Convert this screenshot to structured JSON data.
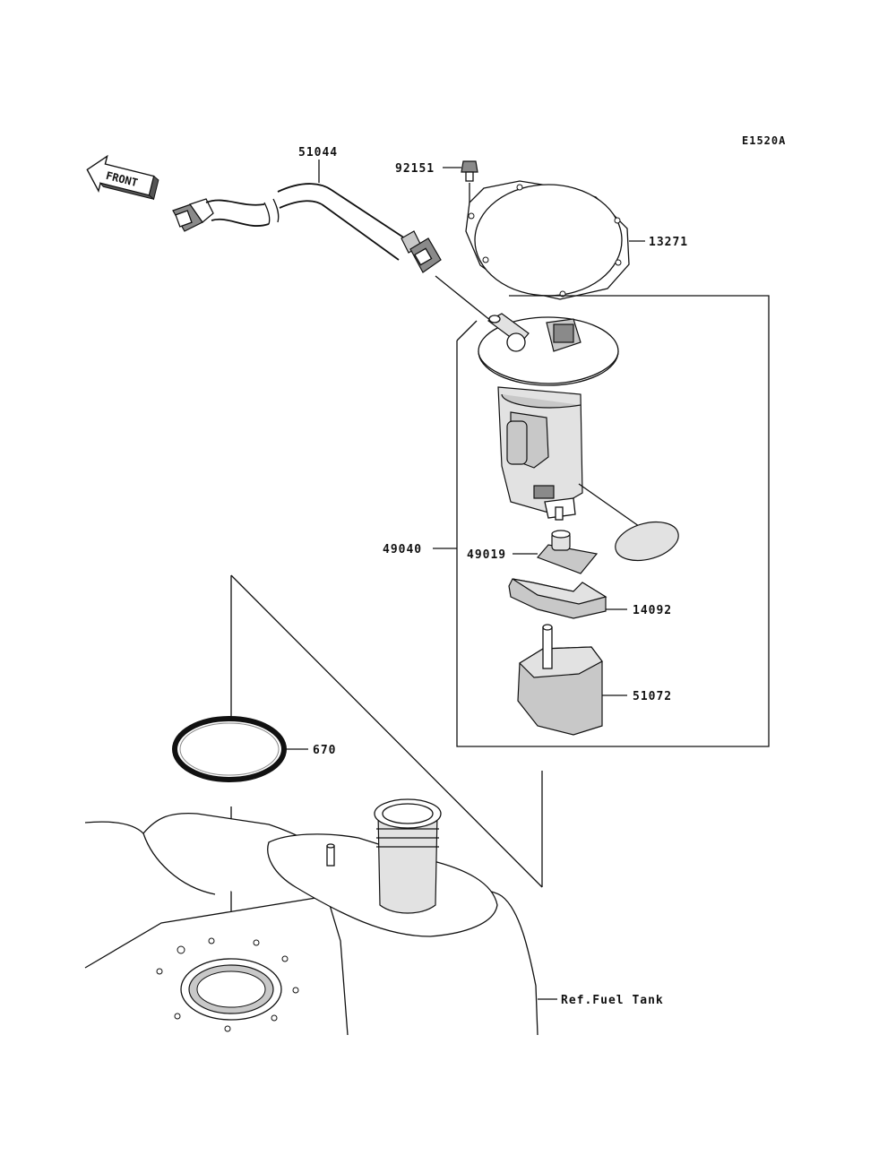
{
  "diagram_code": "E1520A",
  "front_arrow": {
    "label": "FRONT",
    "icon": "front-arrow-icon"
  },
  "parts": [
    {
      "id": "51044",
      "label": "51044"
    },
    {
      "id": "92151",
      "label": "92151"
    },
    {
      "id": "13271",
      "label": "13271"
    },
    {
      "id": "49040",
      "label": "49040"
    },
    {
      "id": "49019",
      "label": "49019"
    },
    {
      "id": "14092",
      "label": "14092"
    },
    {
      "id": "51072",
      "label": "51072"
    },
    {
      "id": "670",
      "label": "670"
    }
  ],
  "reference": {
    "label": "Ref.Fuel Tank"
  }
}
